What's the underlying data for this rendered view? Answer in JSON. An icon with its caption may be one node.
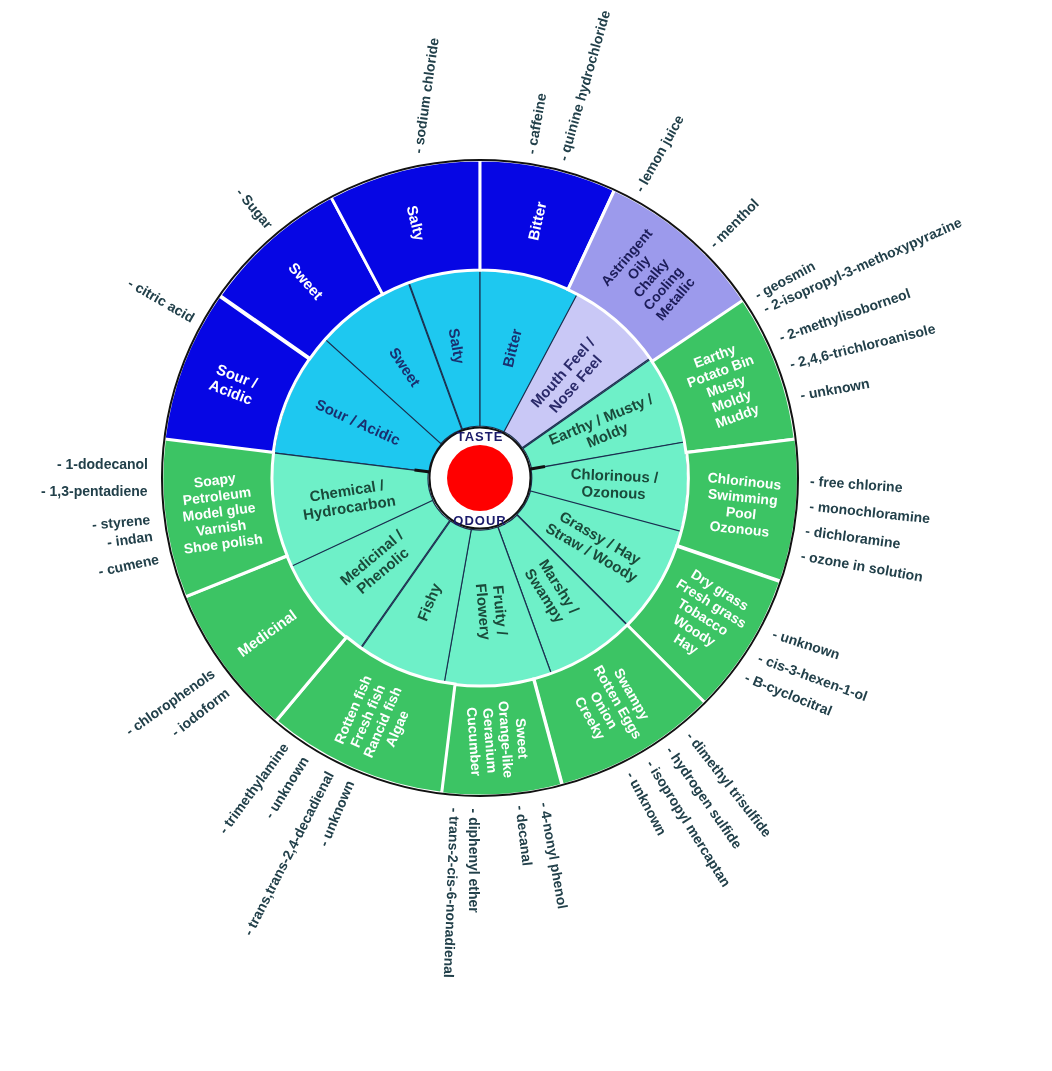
{
  "diagram": {
    "nodes": [
      {
        "text": [
          "TASTE",
          "ODOUR"
        ]
      },
      {
        "text": [],
        "shape": "circle",
        "in": 0
      },
      {
        "text": [
          "Sour / Acidic"
        ]
      },
      {
        "text": [
          "Sweet"
        ]
      },
      {
        "text": [
          "Salty"
        ]
      },
      {
        "text": [
          "Bitter"
        ]
      },
      {
        "text": [
          "Mouth Feel / Nose Feel"
        ]
      },
      {
        "text": [
          "Earthy / Musty / Moldy"
        ]
      },
      {
        "text": [
          "Chlorinous / Ozonous"
        ]
      },
      {
        "text": [
          "Grassy / Hay Straw / Woody"
        ]
      },
      {
        "text": [
          "Marshy / Swampy"
        ]
      },
      {
        "text": [
          "Fruity / Flowery"
        ]
      },
      {
        "text": [
          "Fishy"
        ]
      },
      {
        "text": [
          "Medicinal / Phenolic"
        ]
      },
      {
        "text": [
          "Chemical / Hydrocarbon"
        ]
      },
      {
        "text": [
          "Sour / Acidic"
        ]
      },
      {
        "text": [
          "Sweet"
        ]
      },
      {
        "text": [
          "Salty"
        ]
      },
      {
        "text": [
          "Bitter"
        ]
      },
      {
        "text": [
          "Astringent",
          "Oily",
          "Chalky",
          "Cooling",
          "Metallic"
        ]
      },
      {
        "text": [
          "Earthy",
          "Potato Bin",
          "Musty",
          "Moldy",
          "Muddy"
        ]
      },
      {
        "text": [
          "Chlorinous",
          "Swimming Pool",
          "Ozonous"
        ]
      },
      {
        "text": [
          "Dry grass",
          "Fresh grass",
          "Tobacco",
          "Woody",
          "Hay"
        ]
      },
      {
        "text": [
          "Swampy",
          "Rotten Eggs",
          "Onion",
          "Creeky"
        ]
      },
      {
        "text": [
          "Sweet",
          "Orange-like",
          "Geranium",
          "Cucumber"
        ]
      },
      {
        "text": [
          "Rotten fish",
          "Fresh fish",
          "Rancid fish",
          "Algae"
        ]
      },
      {
        "text": [
          "Medicinal"
        ]
      },
      {
        "text": [
          "Soapy",
          "Petroleum",
          "Model glue",
          "Varnish",
          "Shoe polish"
        ]
      }
    ],
    "labels": [
      "- citric acid",
      "- Sugar",
      "- sodium chloride",
      "- caffeine",
      "- quinine hydrochloride",
      "- lemon juice",
      "- menthol",
      "- geosmin",
      "- 2-isopropyl-3-methoxypyrazine",
      "- 2-methylisoborneol",
      "- 2,4,6-trichloroanisole",
      "- unknown",
      "- free chlorine",
      "- monochloramine",
      "- dichloramine",
      "- ozone in solution",
      "- unknown",
      "- cis-3-hexen-1-ol",
      "- B-cyclocitral",
      "- dimethyl trisulfide",
      "- hydrogen sulfide",
      "- isopropyl mercaptan",
      "- unknown",
      "- 4-nonyl phenol",
      "- decanal",
      "- diphenyl ether",
      "- trans-2-cis-6-nonadienal",
      "- unknown",
      "- trans,trans-2,4-decadienal",
      "- unknown",
      "- trimethylamine",
      "- iodoform",
      "- chlorophenols",
      "- cumene",
      "- indan",
      "- styrene",
      "- 1,3-pentadiene",
      "- 1-dodecanol"
    ]
  }
}
